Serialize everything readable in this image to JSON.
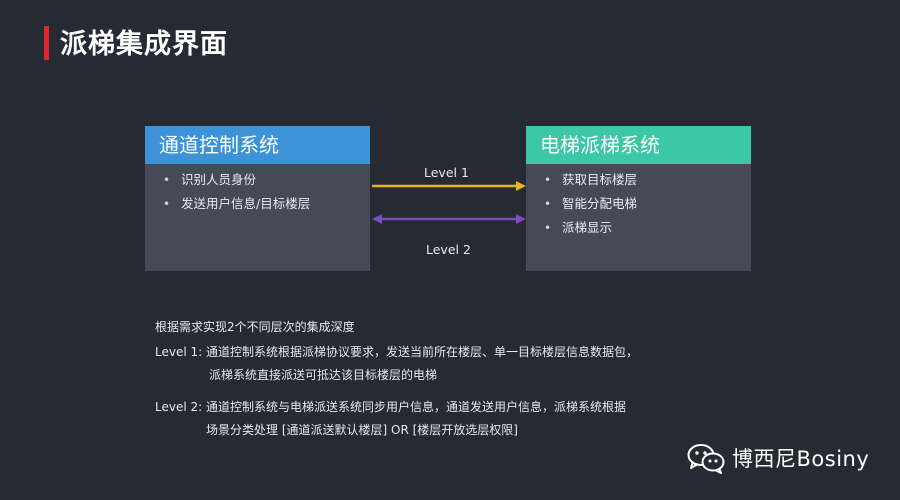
{
  "slide": {
    "title": "派梯集成界面",
    "accent_color": "#e0282c",
    "background_color": "#262a33"
  },
  "left_system": {
    "title": "通道控制系统",
    "header_color": "#3d93d8",
    "items": [
      "识别人员身份",
      "发送用户信息/目标楼层"
    ]
  },
  "right_system": {
    "title": "电梯派梯系统",
    "header_color": "#3cc7a5",
    "items": [
      "获取目标楼层",
      "智能分配电梯",
      "派梯显示"
    ]
  },
  "connections": {
    "level1": {
      "label": "Level 1",
      "color": "#e8b51e",
      "direction": "left-to-right"
    },
    "level2": {
      "label": "Level 2",
      "color": "#7b4bc4",
      "direction": "bidirectional"
    }
  },
  "description": {
    "intro": "根据需求实现2个不同层次的集成深度",
    "level1_line1": "Level 1: 通道控制系统根据派梯协议要求，发送当前所在楼层、单一目标楼层信息数据包，",
    "level1_line2": "派梯系统直接派送可抵达该目标楼层的电梯",
    "level2_line1": "Level 2: 通道控制系统与电梯派送系统同步用户信息，通道发送用户信息，派梯系统根据",
    "level2_line2": "场景分类处理 [通道派送默认楼层] OR [楼层开放选层权限]"
  },
  "brand": {
    "name": "博西尼Bosiny",
    "icon": "wechat-icon"
  }
}
